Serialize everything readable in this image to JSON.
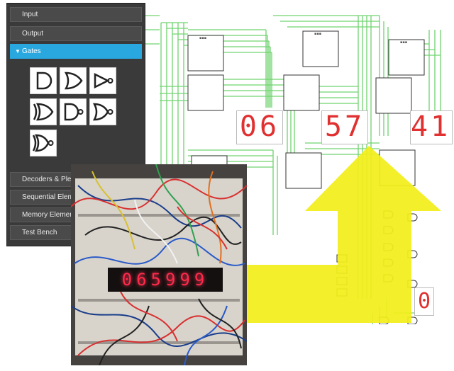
{
  "sidebar": {
    "items": [
      {
        "label": "Input"
      },
      {
        "label": "Output"
      },
      {
        "label": "Gates",
        "expanded": true
      },
      {
        "label": "Decoders & Plexers"
      },
      {
        "label": "Sequential Elements"
      },
      {
        "label": "Memory Elements"
      },
      {
        "label": "Test Bench"
      }
    ],
    "gate_icons": [
      "and-gate-icon",
      "or-gate-icon",
      "not-gate-icon",
      "xor-gate-icon",
      "nand-gate-icon",
      "nor-gate-icon",
      "xnor-gate-icon"
    ]
  },
  "circuit": {
    "displays": [
      {
        "value": "06"
      },
      {
        "value": "57"
      },
      {
        "value": "41"
      },
      {
        "value": "0"
      }
    ]
  },
  "photo": {
    "led_readout": "065999"
  },
  "colors": {
    "accent": "#29a8e0",
    "wire": "#6fd36f",
    "segment": "#e03030",
    "arrow": "#f2ee1a"
  }
}
